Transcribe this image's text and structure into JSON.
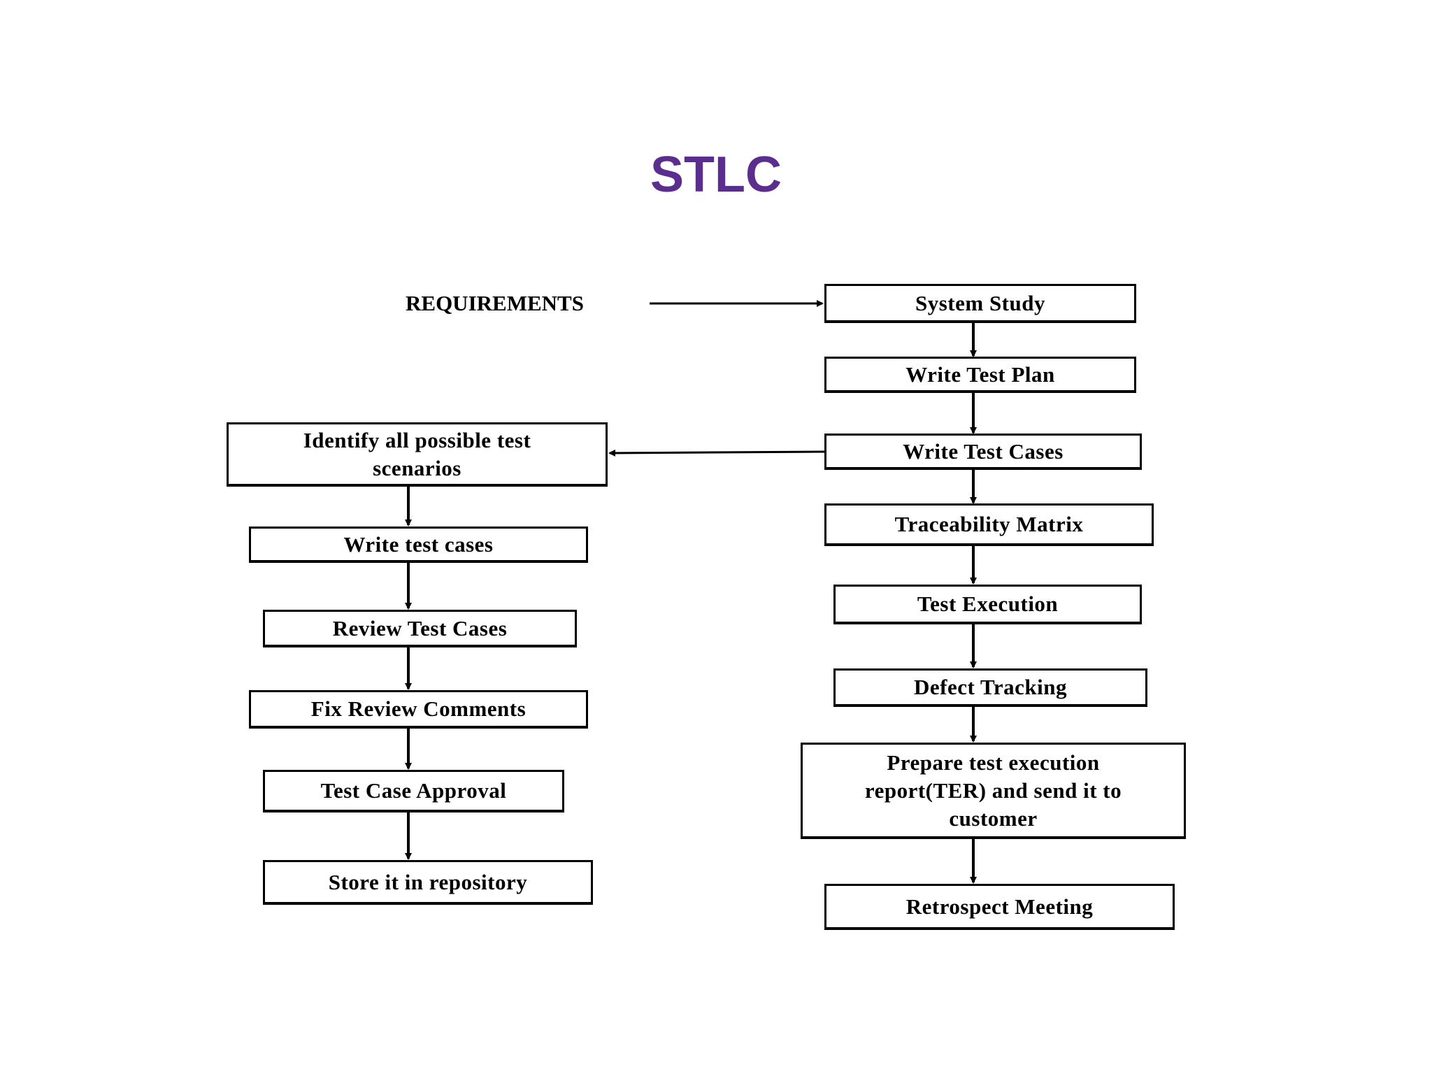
{
  "slide": {
    "title": "STLC"
  },
  "diagram": {
    "input_label": "REQUIREMENTS",
    "right_flow": [
      "System Study",
      "Write Test Plan",
      "Write Test Cases",
      "Traceability Matrix",
      "Test Execution",
      "Defect Tracking",
      "Prepare test execution report(TER) and send it to customer",
      "Retrospect Meeting"
    ],
    "left_flow": [
      "Identify all possible test scenarios",
      "Write test cases",
      "Review Test Cases",
      "Fix Review Comments",
      "Test Case Approval",
      "Store it in repository"
    ]
  }
}
